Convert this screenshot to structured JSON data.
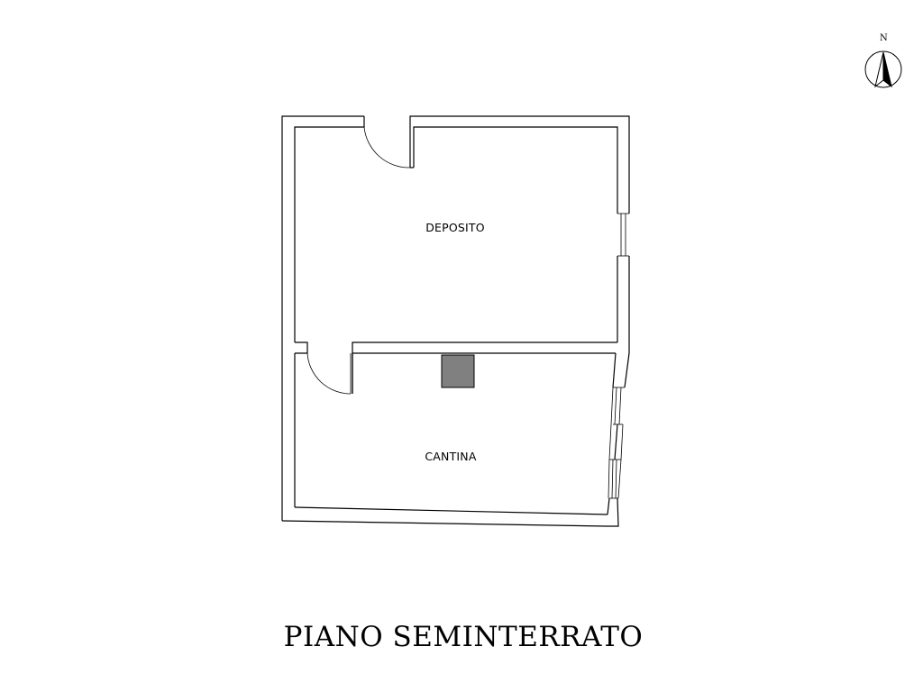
{
  "plan": {
    "title": "PIANO SEMINTERRATO",
    "rooms": [
      {
        "name": "DEPOSITO"
      },
      {
        "name": "CANTINA"
      }
    ]
  },
  "compass": {
    "letter": "N",
    "icon": "north-arrow-icon"
  },
  "colors": {
    "line": "#000000",
    "pillar_fill": "#808080",
    "background": "#ffffff"
  }
}
